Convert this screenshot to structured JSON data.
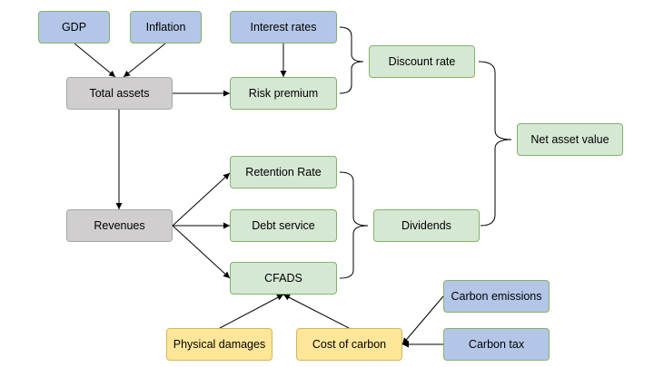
{
  "nodes": {
    "gdp": "GDP",
    "inflation": "Inflation",
    "interest_rates": "Interest rates",
    "total_assets": "Total assets",
    "risk_premium": "Risk premium",
    "discount_rate": "Discount rate",
    "net_asset_value": "Net asset value",
    "retention_rate": "Retention Rate",
    "revenues": "Revenues",
    "debt_service": "Debt service",
    "dividends": "Dividends",
    "cfads": "CFADS",
    "carbon_emissions": "Carbon emissions",
    "physical_damages": "Physical damages",
    "cost_of_carbon": "Cost of carbon",
    "carbon_tax": "Carbon tax"
  },
  "edges": [
    {
      "from": "gdp",
      "to": "total_assets"
    },
    {
      "from": "inflation",
      "to": "total_assets"
    },
    {
      "from": "total_assets",
      "to": "risk_premium"
    },
    {
      "from": "interest_rates",
      "to": "risk_premium"
    },
    {
      "from": "total_assets",
      "to": "revenues"
    },
    {
      "from": "revenues",
      "to": "retention_rate"
    },
    {
      "from": "revenues",
      "to": "debt_service"
    },
    {
      "from": "revenues",
      "to": "cfads"
    },
    {
      "from": "physical_damages",
      "to": "cfads"
    },
    {
      "from": "cost_of_carbon",
      "to": "cfads"
    },
    {
      "from": "carbon_emissions",
      "to": "cost_of_carbon"
    },
    {
      "from": "carbon_tax",
      "to": "cost_of_carbon"
    }
  ],
  "groupings": [
    {
      "members": [
        "interest_rates",
        "risk_premium"
      ],
      "result": "discount_rate"
    },
    {
      "members": [
        "retention_rate",
        "debt_service",
        "cfads"
      ],
      "result": "dividends"
    },
    {
      "members": [
        "discount_rate",
        "dividends"
      ],
      "result": "net_asset_value"
    }
  ],
  "colors": {
    "blue": "#b4c6e7",
    "green": "#d5e8d4",
    "gray": "#d0cece",
    "yellow": "#ffe699",
    "line": "#000000"
  }
}
